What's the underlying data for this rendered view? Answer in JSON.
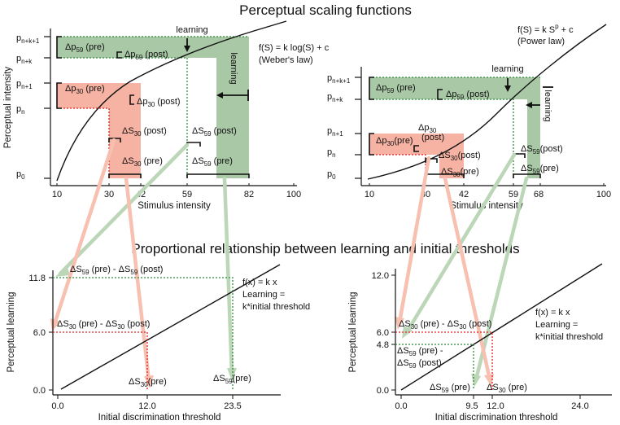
{
  "titles": {
    "top": "Perceptual scaling functions",
    "bottom": "Proportional relationship between learning and initial thresholds"
  },
  "colors": {
    "green_band": "#a9c8a6",
    "salmon_band": "#f6b3a3",
    "green_dots": "#2e8b3a",
    "red_dots": "#e02020",
    "green_arrow": "#bcd6b8",
    "salmon_arrow": "#f7c0b0"
  },
  "panel_a": {
    "formula": "f(S) = k log(S) + c",
    "law": "(Weber's law)",
    "ylabel": "Perceptual intensity",
    "xlabel": "Stimulus intensity",
    "xticks": [
      "10",
      "30",
      "42",
      "59",
      "82",
      "100"
    ],
    "ylabels": [
      {
        "base": "p",
        "sub": "n+k+1"
      },
      {
        "base": "p",
        "sub": "n+k"
      },
      {
        "base": "p",
        "sub": "n+1"
      },
      {
        "base": "p",
        "sub": "n"
      },
      {
        "base": "p",
        "sub": "0"
      }
    ],
    "learning": "learning",
    "learning_vertical": "learning",
    "dp59_pre": {
      "pre": "Δp",
      "sub": "59",
      "post": " (pre)"
    },
    "dp59_post": {
      "pre": "Δp",
      "sub": "59",
      "post": " (post)"
    },
    "dp30_pre": {
      "pre": "Δp",
      "sub": "30",
      "post": " (pre)"
    },
    "dp30_post": {
      "pre": "Δp",
      "sub": "30",
      "post": " (post)"
    },
    "ds30_post": {
      "pre": "ΔS",
      "sub": "30",
      "post": " (post)"
    },
    "ds30_pre": {
      "pre": "ΔS",
      "sub": "30",
      "post": " (pre)"
    },
    "ds59_post": {
      "pre": "ΔS",
      "sub": "59",
      "post": " (post)"
    },
    "ds59_pre": {
      "pre": "ΔS",
      "sub": "59",
      "post": " (pre)"
    }
  },
  "panel_b": {
    "formula_pre": "f(S) = k S",
    "formula_sup": "p",
    "formula_post": " + c",
    "law": "(Power law)",
    "xlabel": "Stimulus intensity",
    "xticks": [
      "10",
      "30",
      "42",
      "59",
      "68",
      "100"
    ],
    "ylabels": [
      {
        "base": "p",
        "sub": "n+k+1"
      },
      {
        "base": "p",
        "sub": "n+k"
      },
      {
        "base": "p",
        "sub": "n+1"
      },
      {
        "base": "p",
        "sub": "n"
      },
      {
        "base": "p",
        "sub": "0"
      }
    ],
    "learning": "learning",
    "learning_vertical": "learning",
    "dp59_pre": {
      "pre": "Δp",
      "sub": "59",
      "post": " (pre)"
    },
    "dp59_post": {
      "pre": "Δp",
      "sub": "59",
      "post": " (post)"
    },
    "dp30_top": {
      "pre": "Δp",
      "sub": "30",
      "post": ""
    },
    "dp30_pre": {
      "pre": "Δp",
      "sub": "30",
      "post": "(pre)"
    },
    "dp30_post": {
      "pre": "",
      "sub": "",
      "post": "(post)"
    },
    "ds30_post": {
      "pre": "ΔS",
      "sub": "30",
      "post": "(post)"
    },
    "ds30_pre": {
      "pre": "ΔS",
      "sub": "30",
      "post": "(pre)"
    },
    "ds59_post": {
      "pre": "ΔS",
      "sub": "59",
      "post": "(post)"
    },
    "ds59_pre": {
      "pre": "ΔS",
      "sub": "59",
      "post": "(pre)"
    }
  },
  "panel_c": {
    "ylabel": "Perceptual learning",
    "xlabel": "Initial discrimination threshold",
    "yticks": [
      "11.8",
      "6.0",
      "0.0"
    ],
    "xticks": [
      "0.0",
      "12.0",
      "23.5"
    ],
    "formula": "f(x) = k x",
    "learning_eq": "Learning =",
    "learning_eq2": "k*initial threshold",
    "ds59_diff": {
      "a": "ΔS",
      "asub": "59",
      "b": " (pre) - ΔS",
      "bsub": "59",
      "c": " (post)"
    },
    "ds30_diff": {
      "a": "ΔS",
      "asub": "30",
      "b": " (pre) - ΔS",
      "bsub": "30",
      "c": " (post)"
    },
    "ds30_pre": {
      "pre": "ΔS",
      "sub": "30",
      "post": "(pre)"
    },
    "ds59_pre": {
      "pre": "ΔS",
      "sub": "59",
      "post": "(pre)"
    }
  },
  "panel_d": {
    "ylabel": "Perceptual learning",
    "xlabel": "Initial discrimination threshold",
    "yticks": [
      "12.0",
      "6.0",
      "4.8",
      "0.0"
    ],
    "xticks": [
      "0.0",
      "9.5",
      "12.0",
      "24.0"
    ],
    "formula": "f(x) = k x",
    "learning_eq": "Learning =",
    "learning_eq2": "k*initial threshold",
    "ds30_diff": {
      "a": "ΔS",
      "asub": "30",
      "b": " (pre) - ΔS",
      "bsub": "30",
      "c": " (post)"
    },
    "ds59_diff1": {
      "a": "ΔS",
      "asub": "59",
      "b": " (pre) -"
    },
    "ds59_diff2": {
      "a": "ΔS",
      "asub": "59",
      "b": " (post)"
    },
    "ds59_pre": {
      "pre": "ΔS",
      "sub": "59",
      "post": " (pre)"
    },
    "ds30_pre": {
      "pre": "ΔS",
      "sub": "30",
      "post": " (pre)"
    }
  }
}
